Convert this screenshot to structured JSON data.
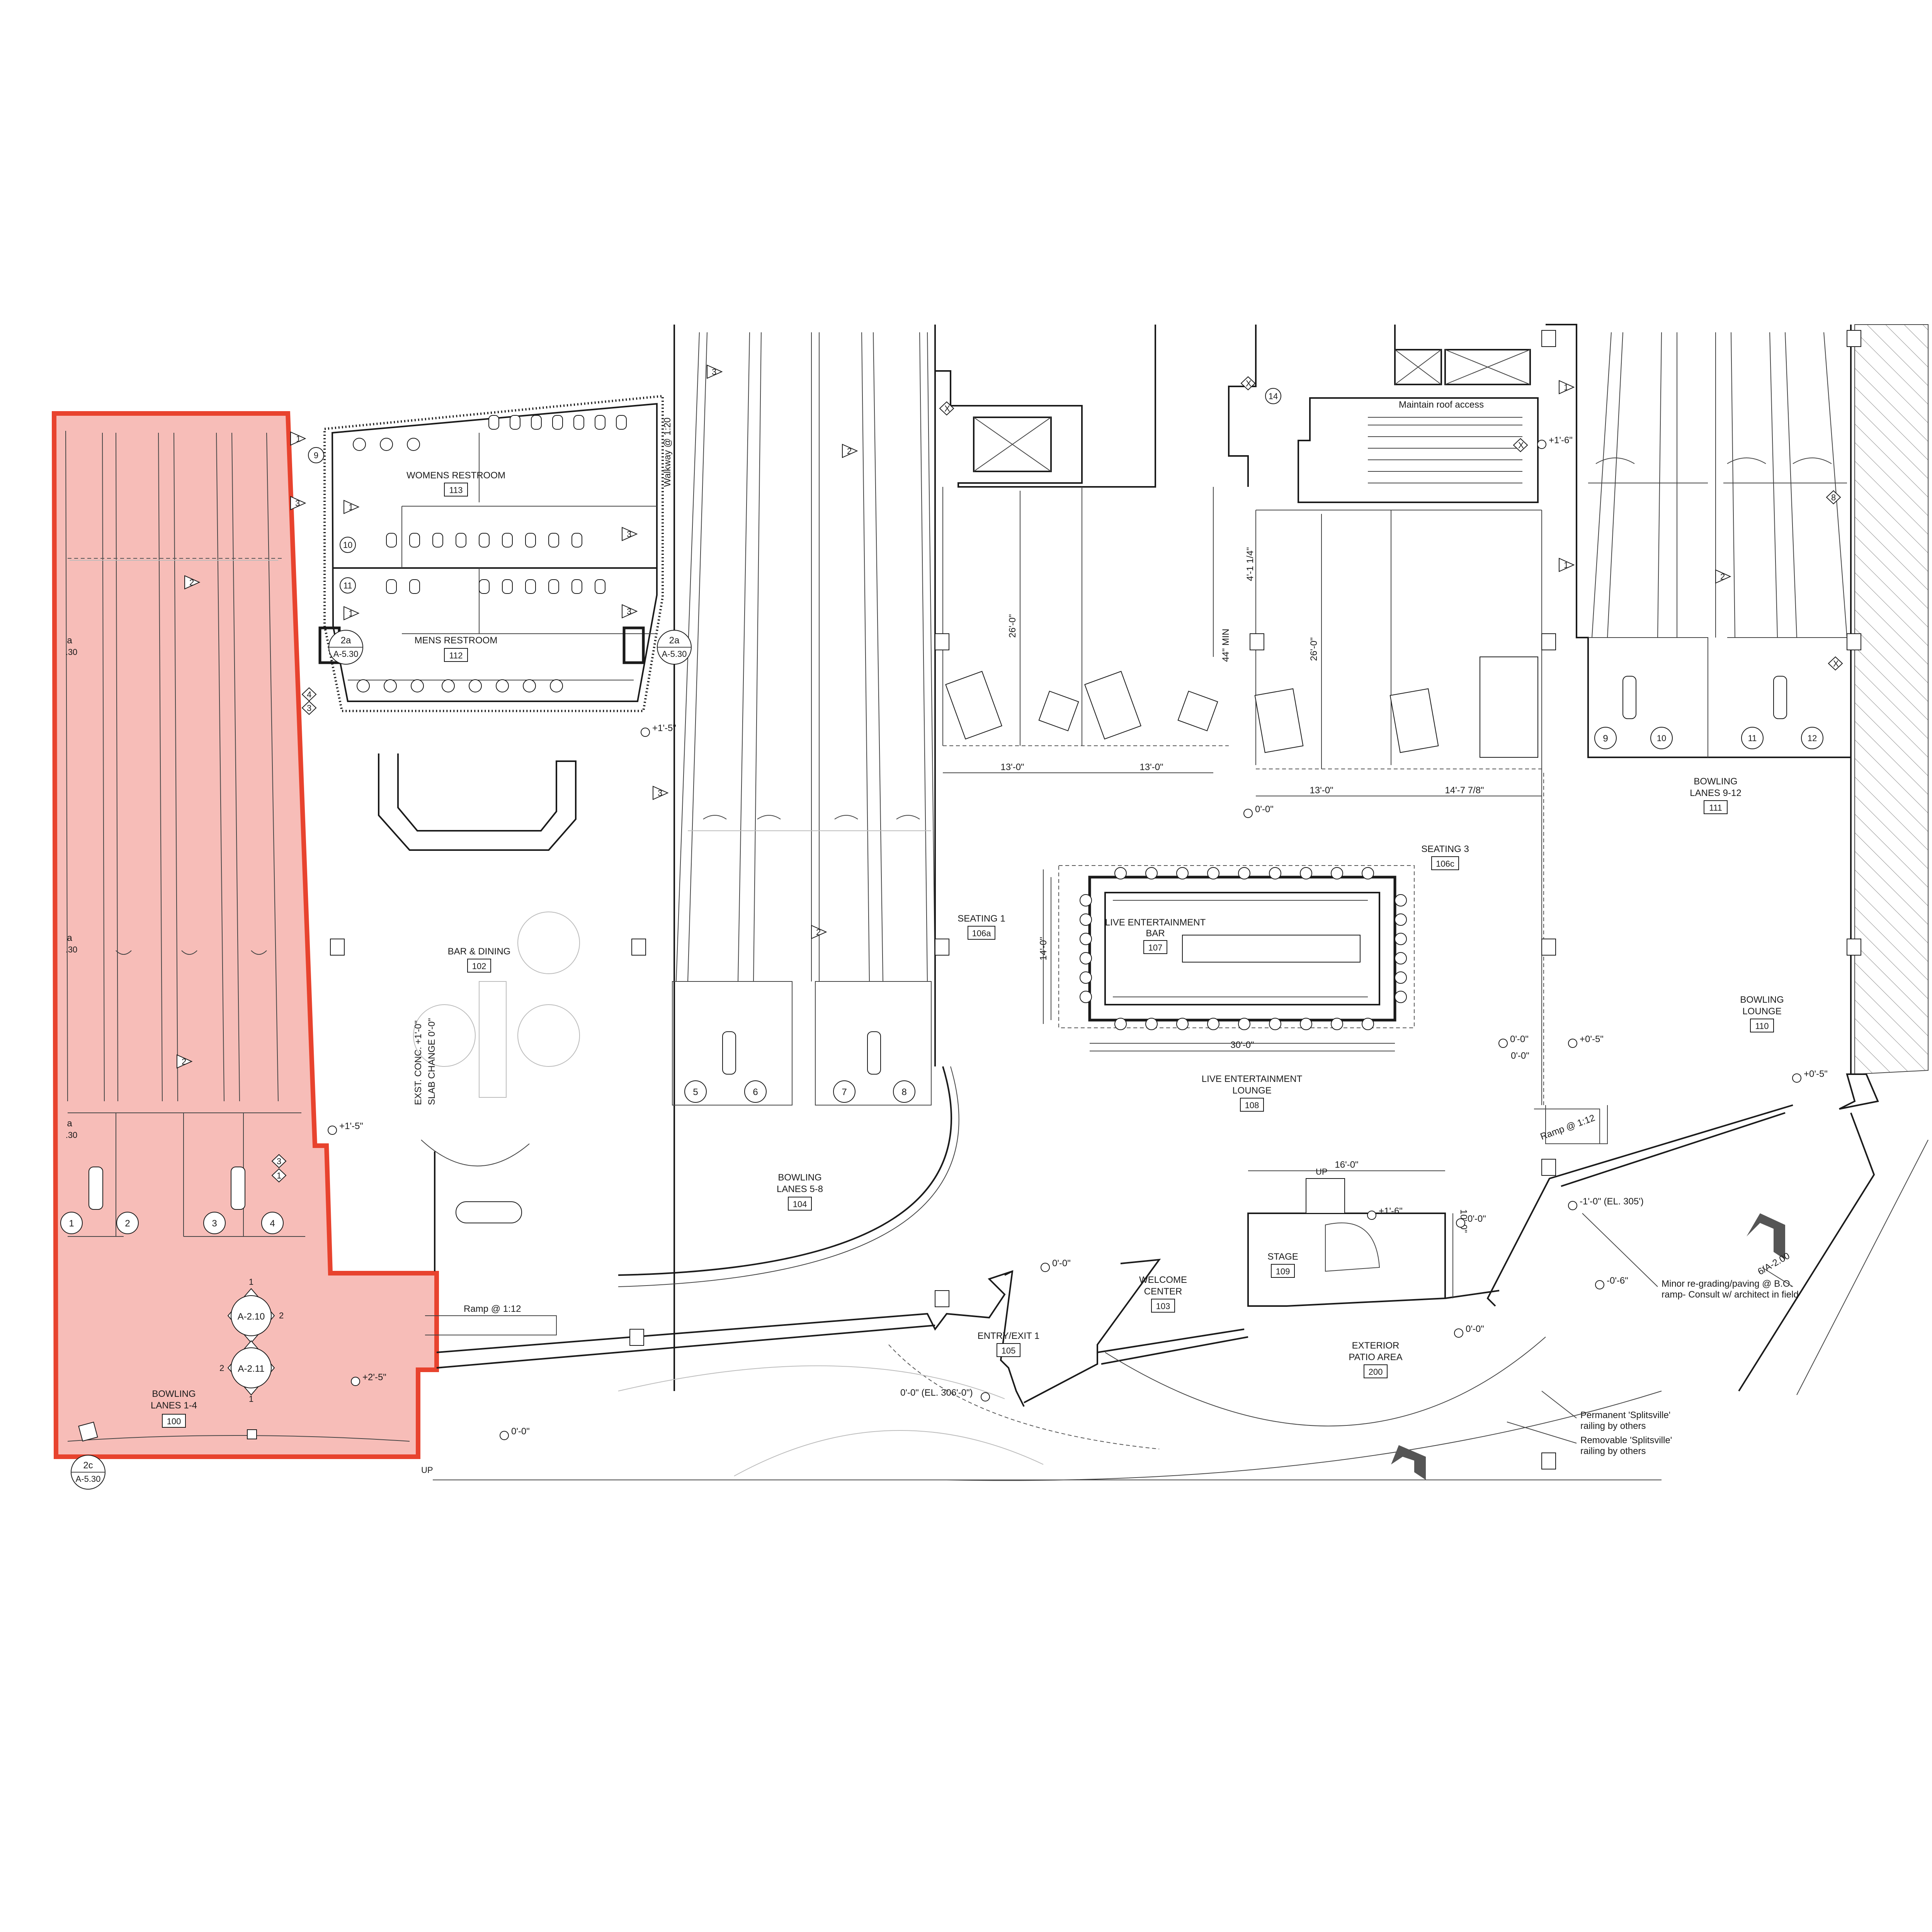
{
  "colors": {
    "highlight_fill": "#f4a7a0",
    "highlight_stroke": "#e8432e",
    "linework": "#1a1a1a"
  },
  "rooms": [
    {
      "id": "bowling-1-4",
      "name": "BOWLING\nLANES 1-4",
      "number": "100"
    },
    {
      "id": "bar-dining",
      "name": "BAR & DINING",
      "number": "102"
    },
    {
      "id": "womens",
      "name": "WOMENS RESTROOM",
      "number": "113"
    },
    {
      "id": "mens",
      "name": "MENS RESTROOM",
      "number": "112"
    },
    {
      "id": "bowling-5-8",
      "name": "BOWLING\nLANES 5-8",
      "number": "104"
    },
    {
      "id": "seating1",
      "name": "SEATING 1",
      "number": "106a"
    },
    {
      "id": "live-bar",
      "name": "LIVE ENTERTAINMENT\nBAR",
      "number": "107"
    },
    {
      "id": "live-lounge",
      "name": "LIVE ENTERTAINMENT\nLOUNGE",
      "number": "108"
    },
    {
      "id": "seating3",
      "name": "SEATING 3",
      "number": "106c"
    },
    {
      "id": "bowling-9-12",
      "name": "BOWLING\nLANES 9-12",
      "number": "111"
    },
    {
      "id": "bowling-lounge",
      "name": "BOWLING\nLOUNGE",
      "number": "110"
    },
    {
      "id": "stage",
      "name": "STAGE",
      "number": "109"
    },
    {
      "id": "welcome",
      "name": "WELCOME\nCENTER",
      "number": "103"
    },
    {
      "id": "entry",
      "name": "ENTRY/EXIT 1",
      "number": "105"
    },
    {
      "id": "patio",
      "name": "EXTERIOR\nPATIO AREA",
      "number": "200"
    }
  ],
  "lane_numbers": [
    "1",
    "2",
    "3",
    "4",
    "5",
    "6",
    "7",
    "8",
    "9",
    "10",
    "11",
    "12"
  ],
  "dimensions": {
    "d_26a": "26'-0\"",
    "d_26b": "26'-0\"",
    "d_13a": "13'-0\"",
    "d_13b": "13'-0\"",
    "d_13c": "13'-0\"",
    "d_14_7": "14'-7 7/8\"",
    "d_4_1": "4'-1 1/4\"",
    "d_44min": "44\" MIN",
    "d_14": "14'-0\"",
    "d_30": "30'-0\"",
    "d_16": "16'-0\"",
    "d_10": "10'-0\""
  },
  "elevations": {
    "e1": "+1'-5\"",
    "e2": "+1'-5\"",
    "e3": "+2'-5\"",
    "e4": "0'-0\"",
    "e5": "0'-0\"",
    "e6": "0'-0\" (EL. 306'-0\")",
    "e7": "0'-0\"",
    "e8": "0'-0\"",
    "e9": "0'-0\"",
    "e10": "+1'-6\"",
    "e11": "0'-0\"",
    "e12": "+0'-5\"",
    "e13": "+0'-5\"",
    "e14": "-1'-0\" (EL. 305')",
    "e15": "-0'-6\"",
    "e16": "+1'-6\"",
    "e17": "0'-0\""
  },
  "notes": {
    "walkway": "Walkway @ 1:20",
    "ramp1": "Ramp @ 1:12",
    "ramp2": "Ramp @ 1:12",
    "roof": "Maintain roof access",
    "slab1": "EXST. CONC.  +1'-0\"",
    "slab2": "SLAB CHANGE  0'-0\"",
    "regrade1": "Minor re-grading/paving @ B.O.",
    "regrade2": "ramp- Consult w/ architect in field",
    "perm1": "Permanent 'Splitsville'",
    "perm2": "railing by others",
    "rem1": "Removable 'Splitsville'",
    "rem2": "railing by others",
    "up1": "UP",
    "up2": "UP"
  },
  "section_refs": {
    "s1_num": "2a",
    "s1_sheet": "A-5.30",
    "s2_num": "2a",
    "s2_sheet": "A-5.30",
    "s3_num": "2c",
    "s3_sheet": "A-5.30",
    "s4_num": "a",
    "s4_sheet": ".30",
    "s5_num": "a",
    "s5_sheet": ".30",
    "s6_num": "a",
    "s6_sheet": ".30",
    "elev1_num": "1",
    "elev1_sheet": "A-2.10",
    "elev1_side": "2",
    "elev2_num": "1",
    "elev2_sheet": "A-2.11",
    "elev2_side": "2",
    "north_sheet": "6/A-2.00"
  },
  "keynotes": [
    "1",
    "2",
    "3",
    "4",
    "8",
    "9",
    "10",
    "11",
    "14",
    "X"
  ]
}
